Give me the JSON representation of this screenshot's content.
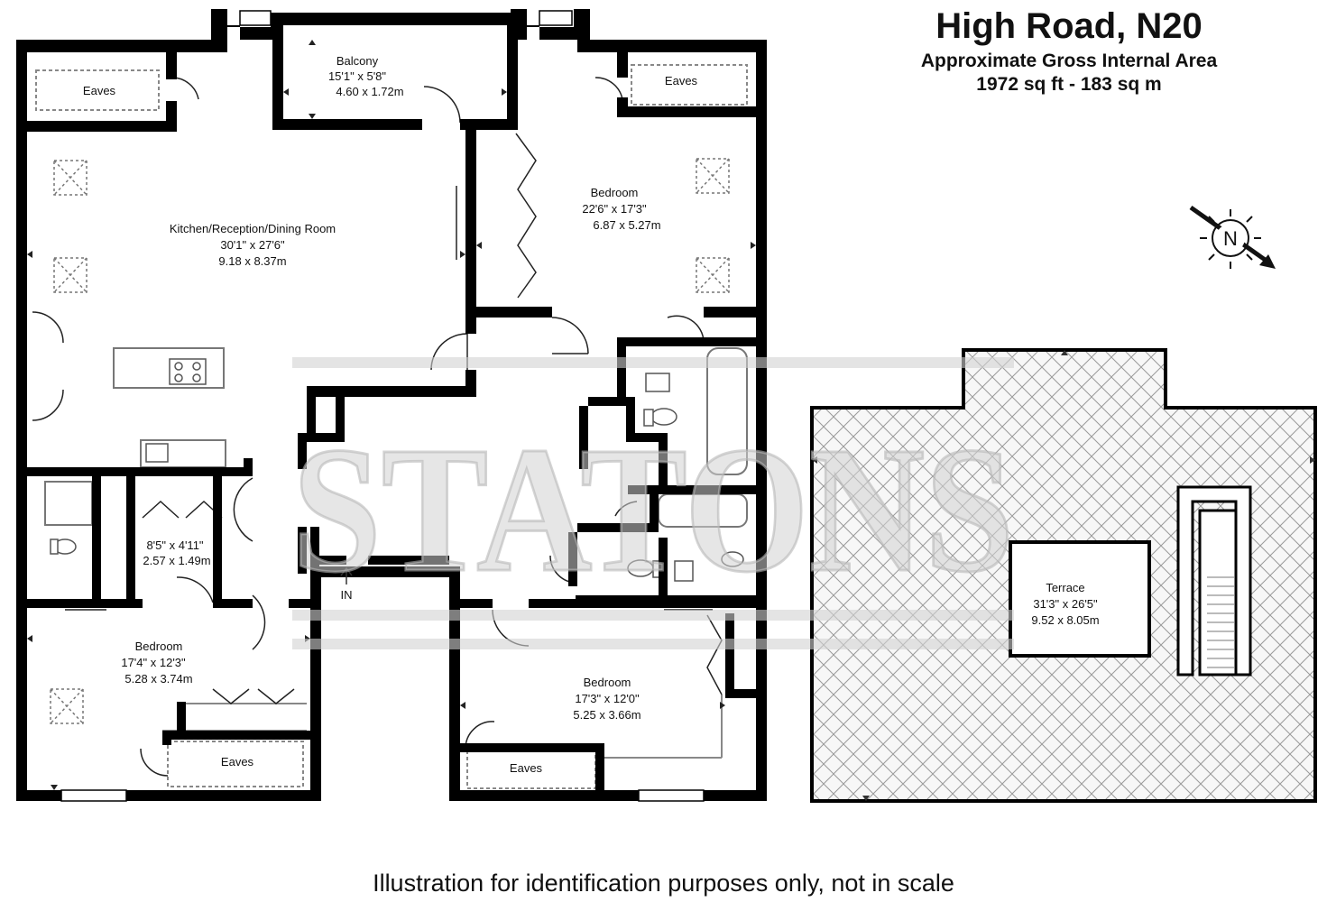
{
  "header": {
    "title": "High Road, N20",
    "area_label": "Approximate Gross Internal Area",
    "area_value": "1972 sq ft - 183 sq m"
  },
  "footer": "Illustration for identification purposes only, not in scale",
  "watermark": "STATONS",
  "compass": {
    "label": "N"
  },
  "entrance": "IN",
  "rooms": {
    "balcony": {
      "name": "Balcony",
      "imperial": "15'1\" x 5'8\"",
      "metric": "4.60 x 1.72m"
    },
    "eaves_top_left": {
      "name": "Eaves"
    },
    "eaves_top_right": {
      "name": "Eaves"
    },
    "kitchen": {
      "name": "Kitchen/Reception/Dining Room",
      "imperial": "30'1\" x 27'6\"",
      "metric": "9.18 x 8.37m"
    },
    "bedroom_top_right": {
      "name": "Bedroom",
      "imperial": "22'6\" x 17'3\"",
      "metric": "6.87 x 5.27m"
    },
    "store": {
      "imperial": "8'5\" x 4'11\"",
      "metric": "2.57 x 1.49m"
    },
    "bedroom_bottom_left": {
      "name": "Bedroom",
      "imperial": "17'4\" x 12'3\"",
      "metric": "5.28 x 3.74m"
    },
    "eaves_bottom_left": {
      "name": "Eaves"
    },
    "bedroom_bottom_mid": {
      "name": "Bedroom",
      "imperial": "17'3\" x 12'0\"",
      "metric": "5.25 x 3.66m"
    },
    "eaves_bottom_mid": {
      "name": "Eaves"
    },
    "terrace": {
      "name": "Terrace",
      "imperial": "31'3\" x 26'5\"",
      "metric": "9.52 x 8.05m"
    }
  }
}
